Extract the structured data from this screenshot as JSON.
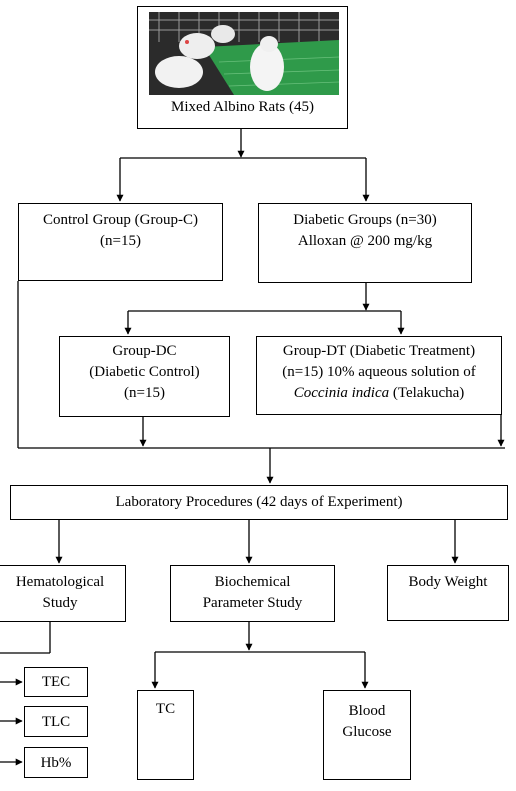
{
  "nodes": {
    "root": {
      "lines": [
        "Mixed Albino Rats (45)"
      ]
    },
    "control": {
      "lines": [
        "Control Group (Group-C)",
        "(n=15)"
      ]
    },
    "diabetic": {
      "lines": [
        "Diabetic Groups (n=30)",
        "Alloxan @ 200 mg/kg"
      ]
    },
    "dc": {
      "lines": [
        "Group-DC",
        "(Diabetic Control)",
        "(n=15)"
      ]
    },
    "dt": {
      "lines": [
        "Group-DT (Diabetic Treatment)",
        "(n=15) 10% aqueous solution of"
      ],
      "species": "Coccinia indica",
      "local_name": " (Telakucha)"
    },
    "lab": {
      "lines": [
        "Laboratory Procedures (42 days of Experiment)"
      ]
    },
    "hema": {
      "lines": [
        "Hematological",
        "Study"
      ]
    },
    "biochem": {
      "lines": [
        "Biochemical",
        "Parameter Study"
      ]
    },
    "bodyweight": {
      "lines": [
        "Body Weight"
      ]
    },
    "tec": {
      "lines": [
        "TEC"
      ]
    },
    "tlc": {
      "lines": [
        "TLC"
      ]
    },
    "hb": {
      "lines": [
        "Hb%"
      ]
    },
    "tc": {
      "lines": [
        "TC"
      ]
    },
    "glucose": {
      "lines": [
        "Blood",
        "Glucose"
      ]
    }
  },
  "colors": {
    "line": "#000000",
    "box_fill": "#ffffff",
    "cage_floor": "#2f9a4a"
  }
}
